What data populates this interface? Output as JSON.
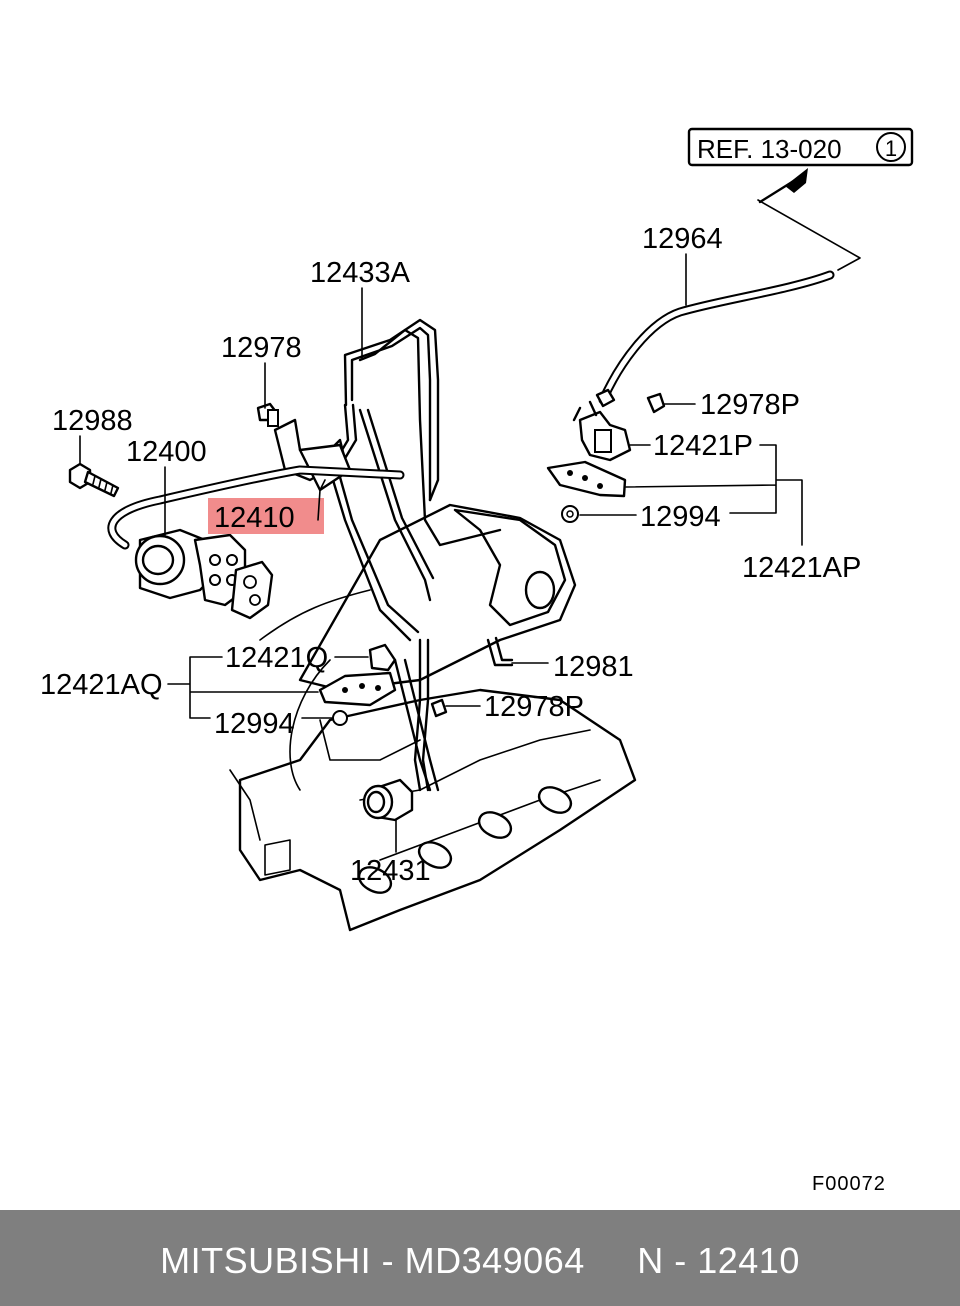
{
  "diagram": {
    "ref_label": "REF. 13-020",
    "ref_circle": "1",
    "figure_code": "F00072",
    "callouts": {
      "c12964": "12964",
      "c12433A": "12433A",
      "c12978": "12978",
      "c12978P_top": "12978P",
      "c12988": "12988",
      "c12400": "12400",
      "c12421P": "12421P",
      "c12410": "12410",
      "c12994_right": "12994",
      "c12421AP": "12421AP",
      "c12421Q": "12421Q",
      "c12981": "12981",
      "c12421AQ": "12421AQ",
      "c12978P_mid": "12978P",
      "c12994_left": "12994",
      "c12431": "12431"
    },
    "highlight_color": "#f08080"
  },
  "footer": {
    "text": "MITSUBISHI - MD349064     N - 12410"
  }
}
